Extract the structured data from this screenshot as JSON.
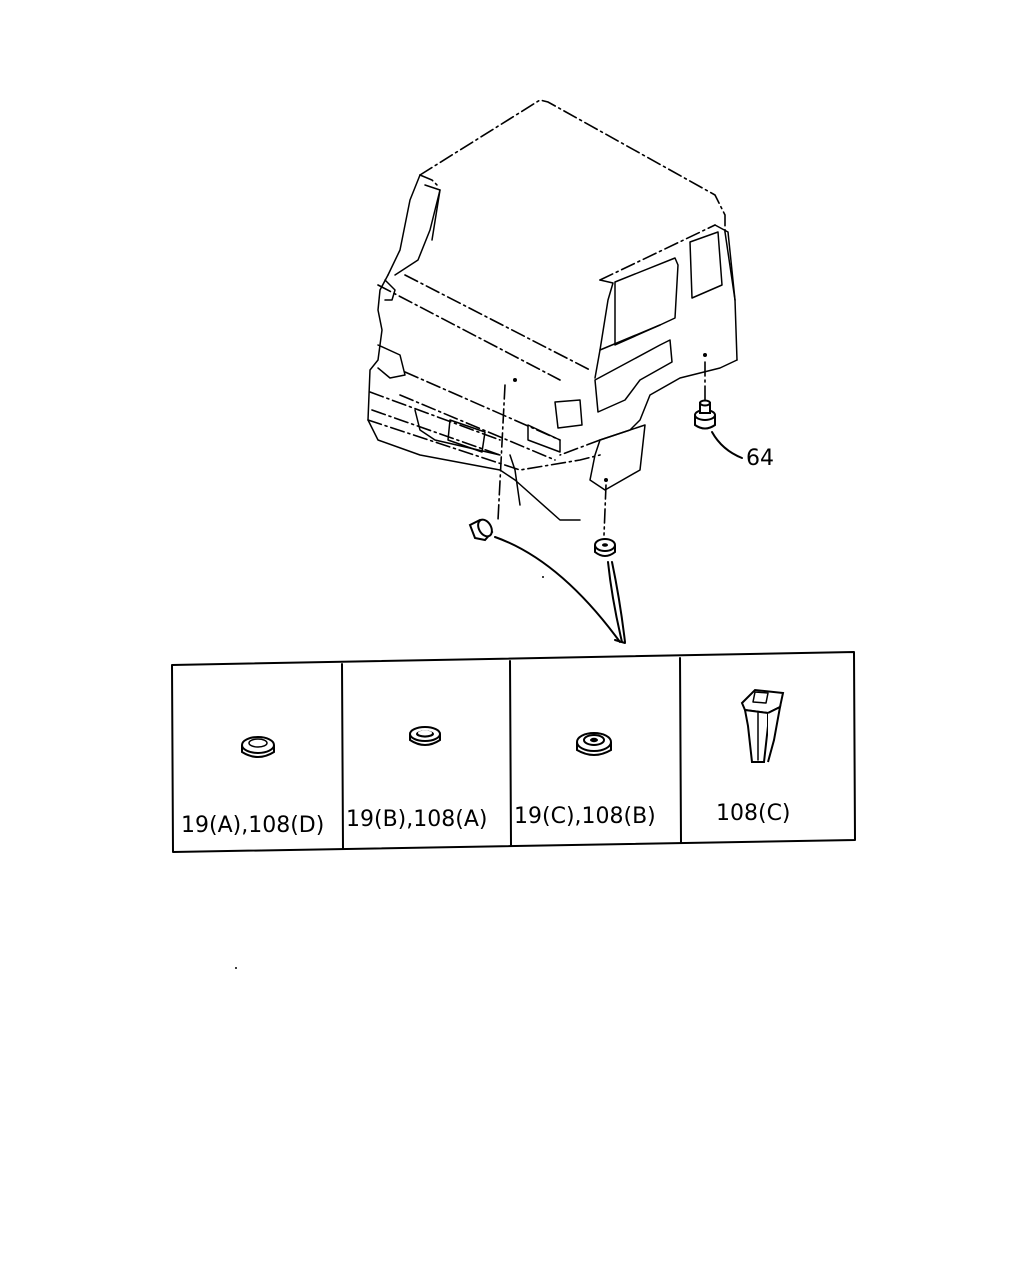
{
  "callouts": {
    "ref_64": "64"
  },
  "parts_table": {
    "cells": [
      {
        "label": "19(A),108(D)",
        "icon": "cap-plug-icon"
      },
      {
        "label": "19(B),108(A)",
        "icon": "grommet-ring-icon"
      },
      {
        "label": "19(C),108(B)",
        "icon": "plug-with-hole-icon"
      },
      {
        "label": "108(C)",
        "icon": "square-clip-icon"
      }
    ]
  }
}
